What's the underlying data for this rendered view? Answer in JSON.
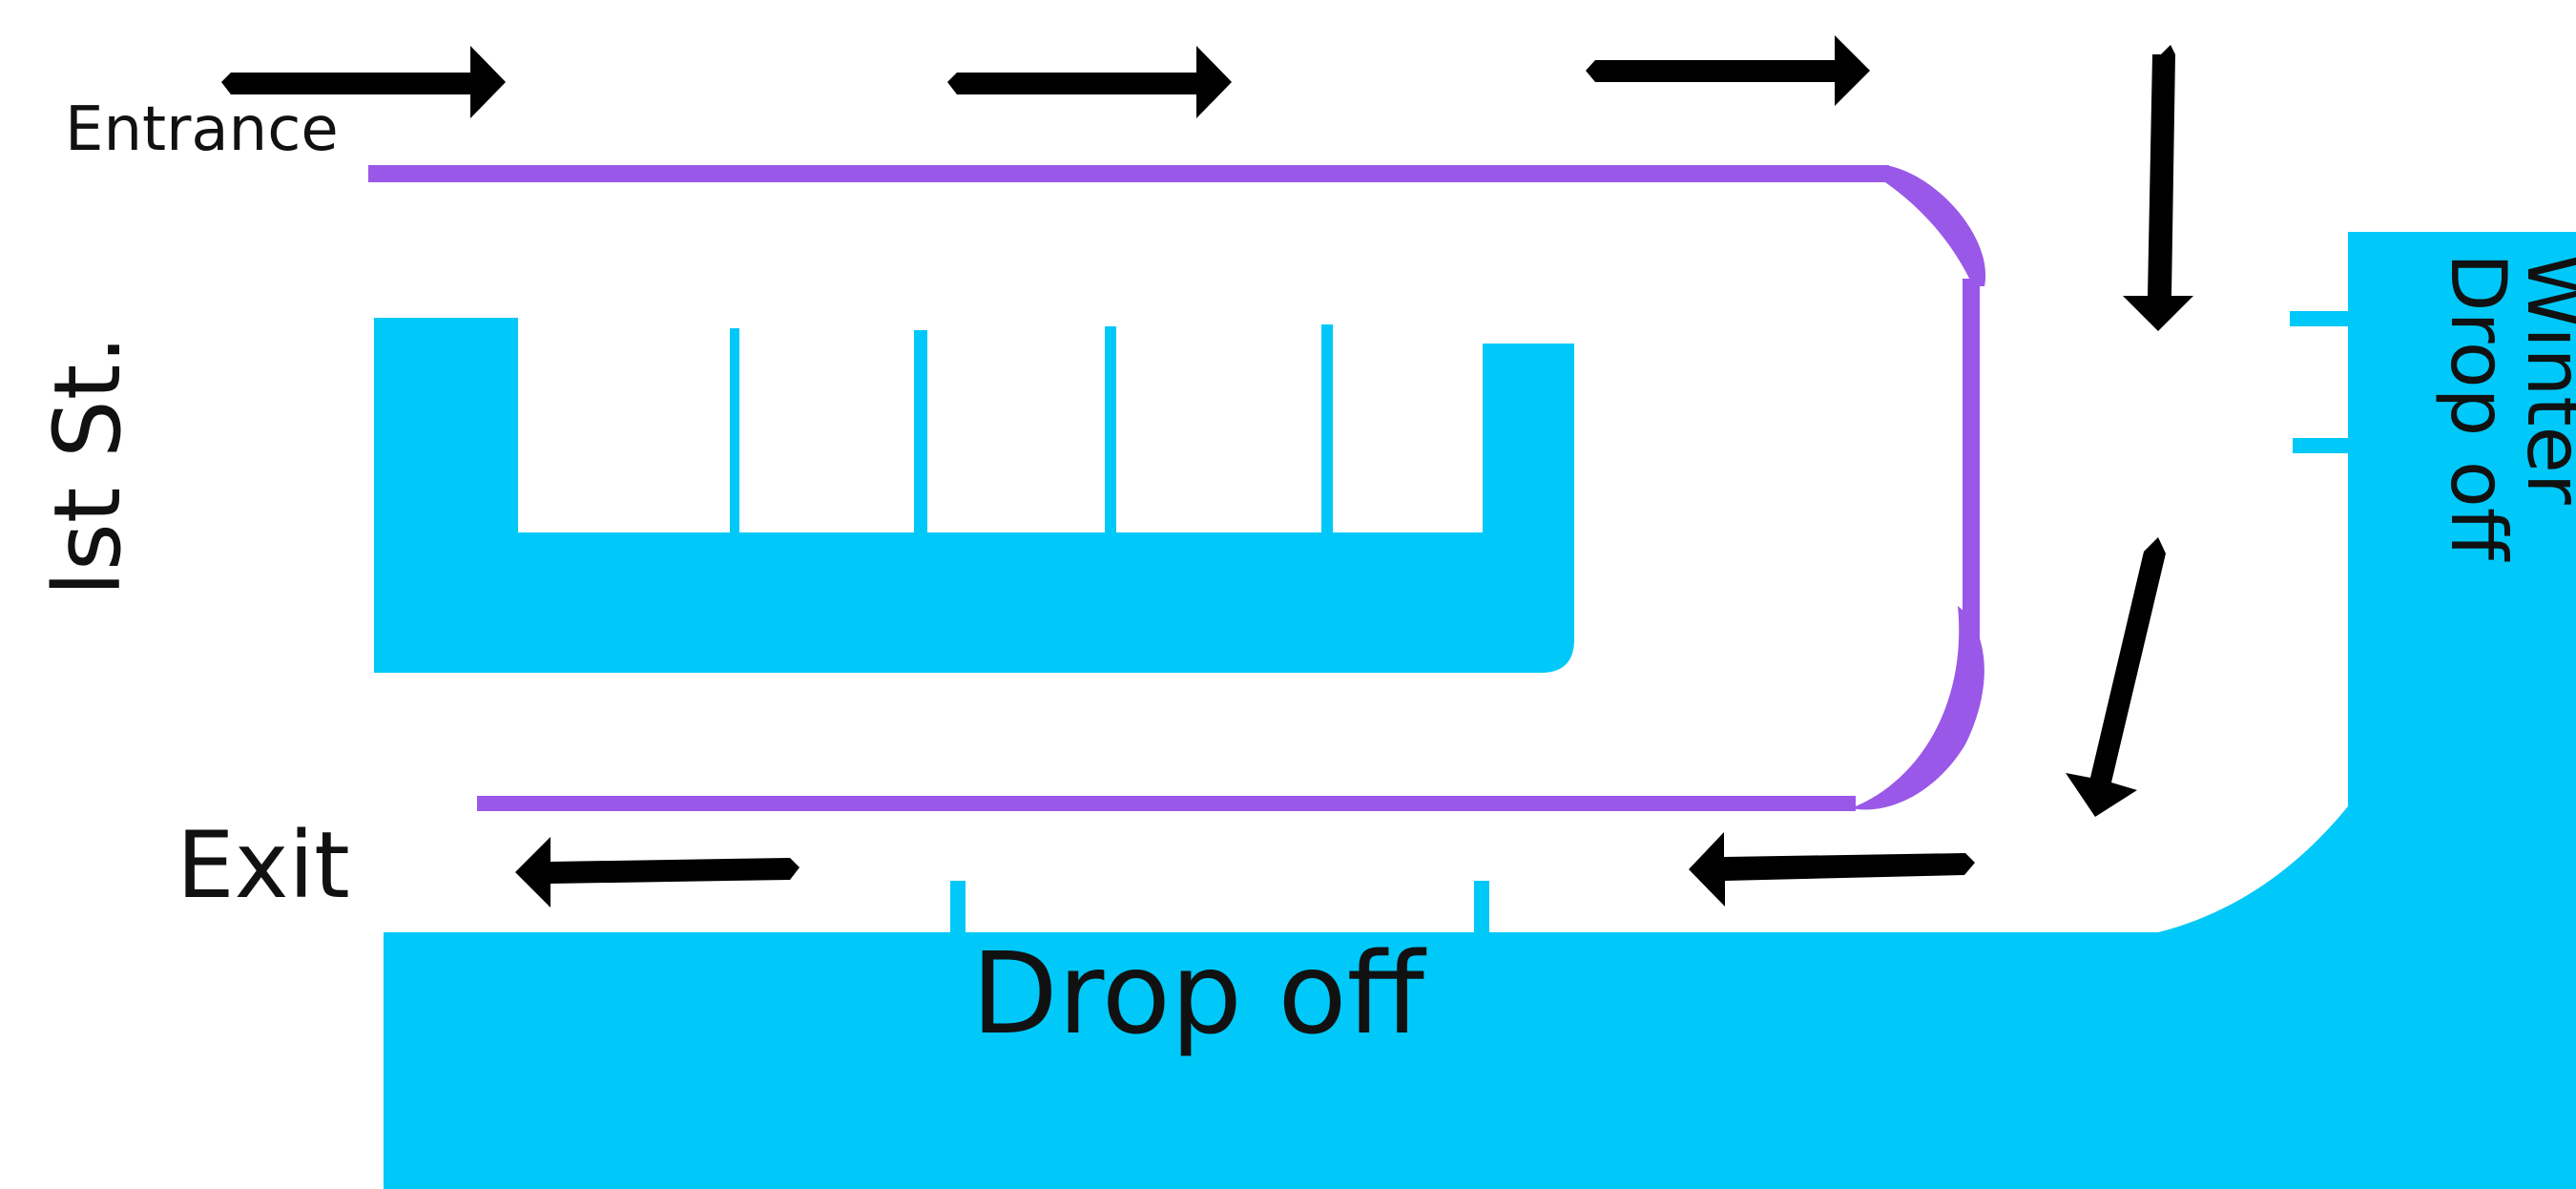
{
  "labels": {
    "entrance": "Entrance",
    "street": "lst St.",
    "exit": "Exit",
    "drop_off": "Drop off",
    "winter_line1": "Winter",
    "winter_line2": "Drop off"
  },
  "colors": {
    "building": "#00c8f8",
    "curb": "#9a58e8",
    "arrow": "#000000",
    "text": "#111111",
    "background": "#ffffff"
  },
  "icons": {
    "traffic_arrow": "arrow-icon"
  }
}
